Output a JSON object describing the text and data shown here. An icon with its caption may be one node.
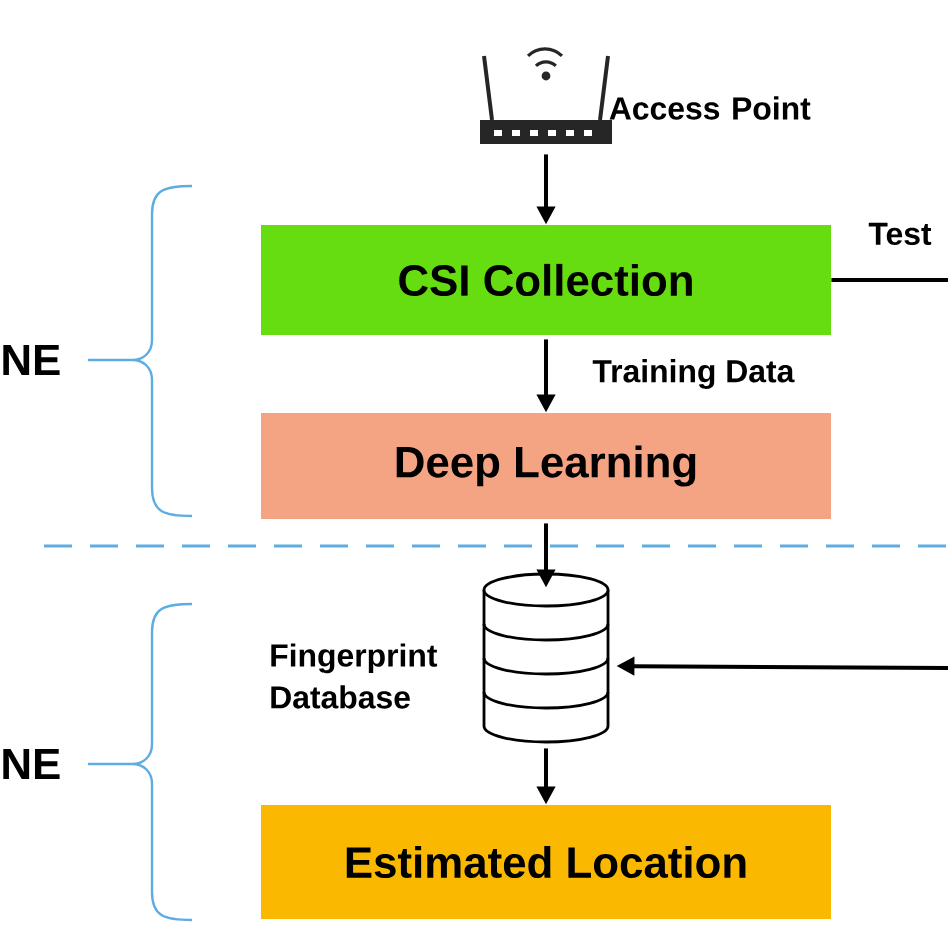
{
  "diagram": {
    "nodes": [
      {
        "text": [],
        "shape": "picture",
        "beside": [
          "Access Point"
        ]
      },
      {
        "text": [
          "CSI Collection"
        ]
      },
      {
        "text": [
          "Deep Learning"
        ]
      },
      {
        "text": [],
        "shape": "cylinder",
        "beside": [
          "Fingerprint Database"
        ]
      },
      {
        "text": [
          "Estimated Location"
        ]
      }
    ],
    "edges": [
      {
        "from": 0,
        "to": 1,
        "arrow": "to"
      },
      {
        "from": 1,
        "to": 2,
        "arrow": "to",
        "label": "Training Data"
      },
      {
        "from": 2,
        "to": 3,
        "arrow": "to"
      },
      {
        "from": 3,
        "to": 4,
        "arrow": "to"
      },
      {
        "from": 1,
        "to": null,
        "arrow": "none",
        "label": "Test"
      },
      {
        "from": null,
        "to": 3,
        "arrow": "to"
      }
    ],
    "labels": [
      "NE",
      "NE"
    ]
  }
}
